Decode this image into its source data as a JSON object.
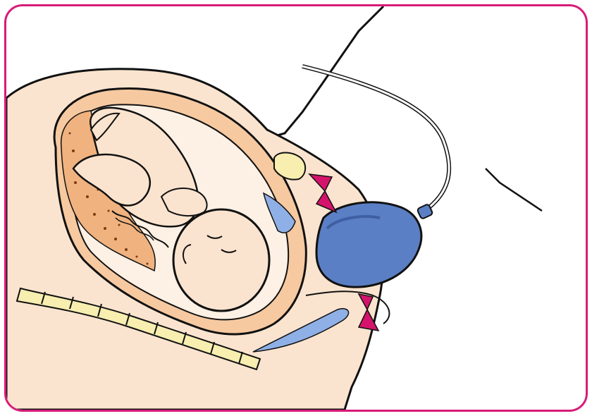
{
  "figure": {
    "subject": "fetus-in-utero-with-cervical-balloon",
    "colors": {
      "frame": "#d81b78",
      "skin": "#fbe4cf",
      "outline": "#111111",
      "uterus_wall": "#f6c9a0",
      "placenta": "#f0b27f",
      "balloon": "#5b7fc4",
      "balloon_dark": "#3f5fa3",
      "arrows": "#d4146c",
      "fluid_blue": "#8fb0e6",
      "spine": "#f7eeb0"
    },
    "icons": [
      "balloon-catheter",
      "arrow-down",
      "arrow-up"
    ]
  }
}
